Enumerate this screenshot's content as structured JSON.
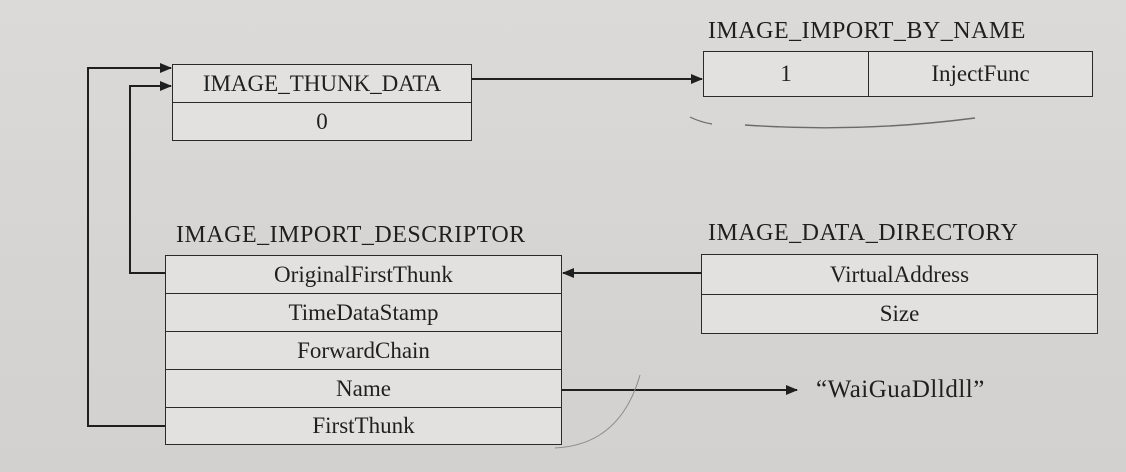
{
  "thunk": {
    "title": "IMAGE_THUNK_DATA",
    "value": "0"
  },
  "import_by_name": {
    "title": "IMAGE_IMPORT_BY_NAME",
    "hint": "1",
    "name": "InjectFunc"
  },
  "import_descriptor": {
    "title": "IMAGE_IMPORT_DESCRIPTOR",
    "fields": [
      "OriginalFirstThunk",
      "TimeDataStamp",
      "ForwardChain",
      "Name",
      "FirstThunk"
    ]
  },
  "data_directory": {
    "title": "IMAGE_DATA_DIRECTORY",
    "fields": [
      "VirtualAddress",
      "Size"
    ]
  },
  "dll_name": "“WaiGuaDlldll”",
  "colors": {
    "line": "#1f1f1f",
    "box_border": "#2a2a2a",
    "background": "#d9d7d6"
  }
}
